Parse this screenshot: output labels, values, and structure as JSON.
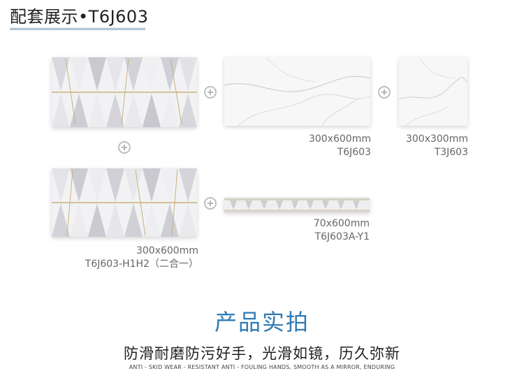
{
  "header": {
    "title": "配套展示•T6J603"
  },
  "tiles": {
    "deco_top": {
      "size": "",
      "code": ""
    },
    "marble_large": {
      "size": "300x600mm",
      "code": "T6J603"
    },
    "marble_square": {
      "size": "300x300mm",
      "code": "T3J603"
    },
    "deco_bottom": {
      "size": "300x600mm",
      "code": "T6J603-H1H2（二合一）"
    },
    "border_strip": {
      "size": "70x600mm",
      "code": "T6J603A-Y1"
    }
  },
  "section": {
    "title": "产品实拍",
    "slogan": "防滑耐磨防污好手，光滑如镜，历久弥新",
    "subtitle": "ANTI - SKID WEAR - RESISTANT ANTI - FOULING HANDS, SMOOTH AS A MIRROR, ENDURING"
  },
  "colors": {
    "accent": "#2f7bb5",
    "rule": "#7f9fb5",
    "caption": "#666666"
  }
}
